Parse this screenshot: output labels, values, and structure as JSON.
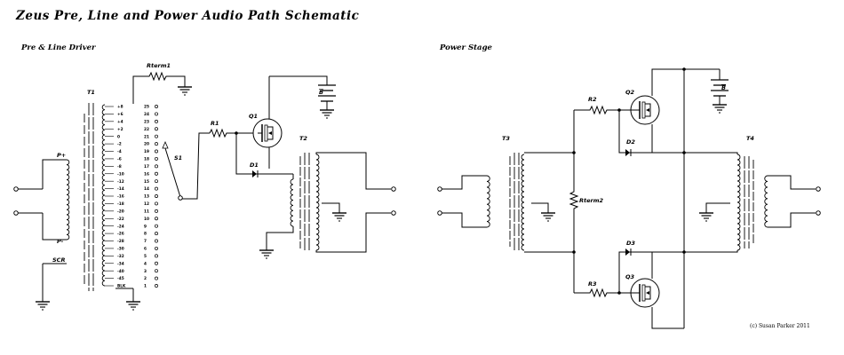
{
  "title": "Zeus Pre, Line and Power Audio Path Schematic",
  "sections": {
    "left": "Pre & Line Driver",
    "right": "Power Stage"
  },
  "copyright": "(c) Susan Parker 2011",
  "components": {
    "rterm1": "Rterm1",
    "rterm2": "Rterm2",
    "r1": "R1",
    "r2": "R2",
    "r3": "R3",
    "s1": "S1",
    "q1": "Q1",
    "q2": "Q2",
    "q3": "Q3",
    "d1": "D1",
    "d2": "D2",
    "d3": "D3",
    "t1": "T1",
    "t2": "T2",
    "t3": "T3",
    "t4": "T4",
    "battery": "B"
  },
  "t1_pins": {
    "p_plus": "P+",
    "p_minus": "P-",
    "scr": "SCR"
  },
  "t1_taps": [
    "+8",
    "+6",
    "+4",
    "+2",
    "0",
    "-2",
    "-4",
    "-6",
    "-8",
    "-10",
    "-12",
    "-14",
    "-16",
    "-18",
    "-20",
    "-22",
    "-24",
    "-26",
    "-28",
    "-30",
    "-32",
    "-34",
    "-40",
    "-45",
    "BLK"
  ],
  "t1_pin_numbers": [
    "25",
    "24",
    "23",
    "22",
    "21",
    "20",
    "19",
    "18",
    "17",
    "16",
    "15",
    "14",
    "13",
    "12",
    "11",
    "10",
    "9",
    "8",
    "7",
    "6",
    "5",
    "4",
    "3",
    "2",
    "1"
  ]
}
